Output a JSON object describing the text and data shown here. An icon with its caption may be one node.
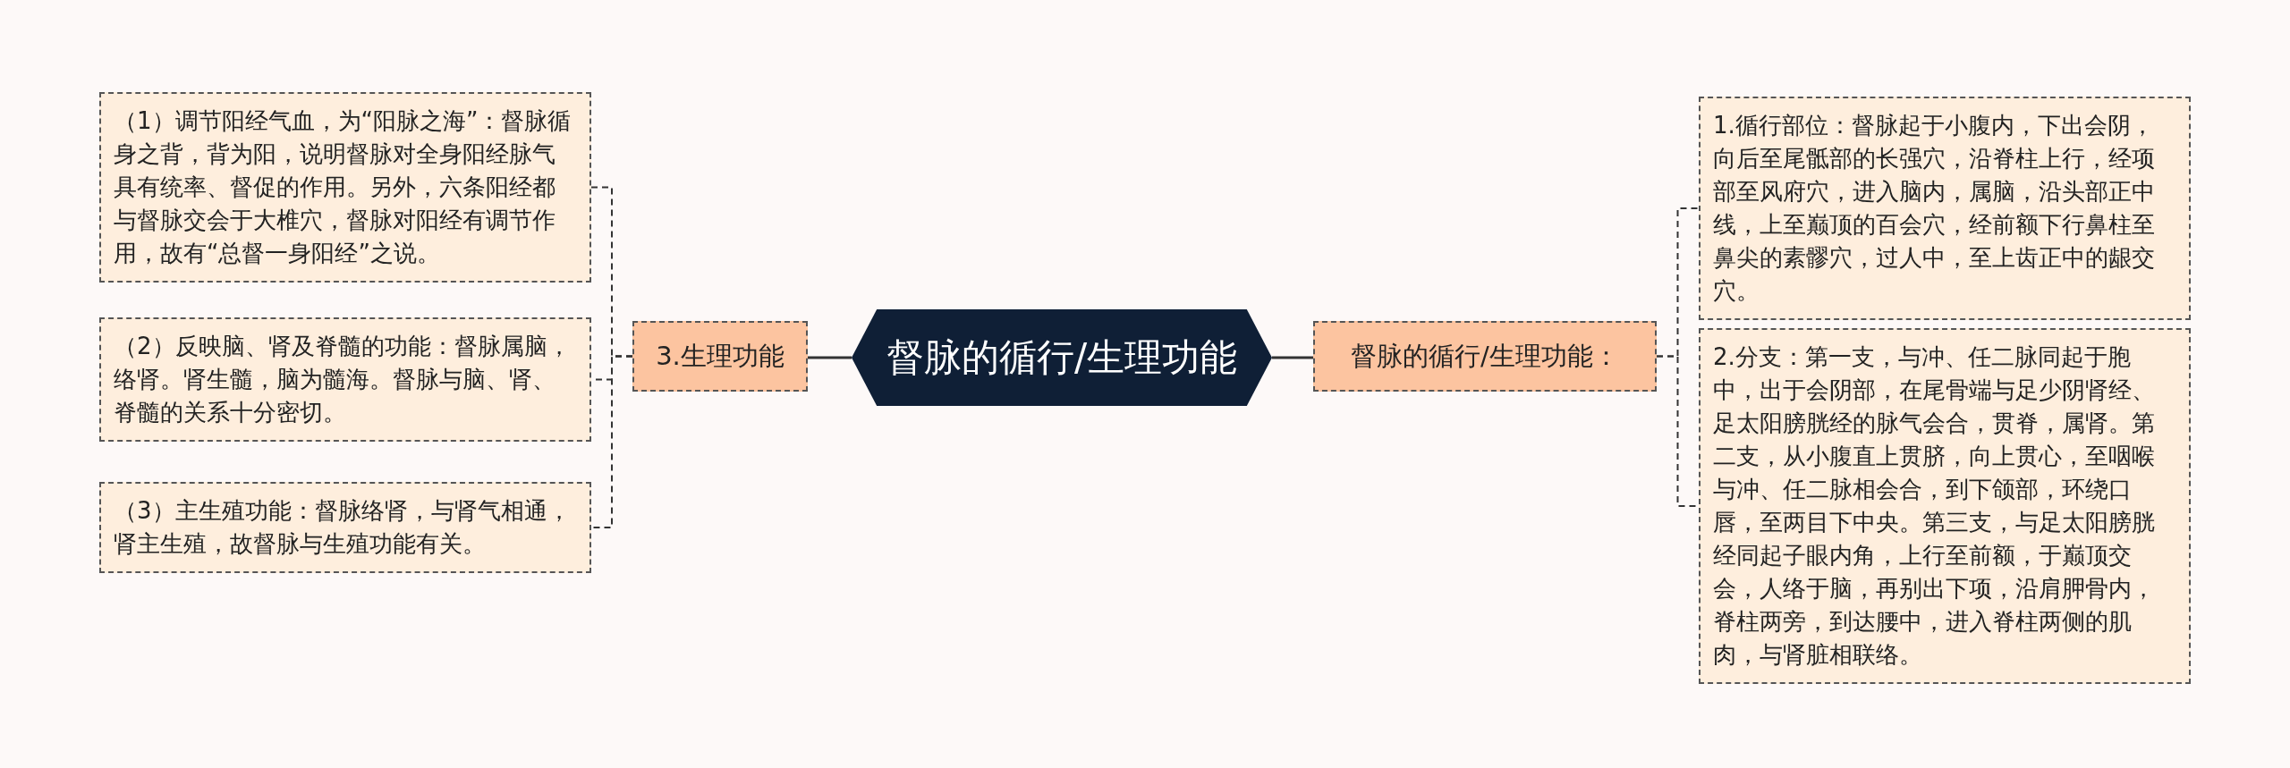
{
  "diagram": {
    "nodes": [
      {
        "text": [
          "督脉的循行/生理功能"
        ]
      },
      {
        "text": [
          "3.生理功能"
        ]
      },
      {
        "text": [
          "督脉的循行/生理功能："
        ]
      },
      {
        "text": [
          "（1）调节阳经气血，为“阳脉之海”：督脉循身之背，背为阳，说明督脉对全身阳经脉气具有统率、督促的作用。另外，六条阳经都与督脉交会于大椎穴，督脉对阳经有调节作用，故有“总督一身阳经”之说。"
        ]
      },
      {
        "text": [
          "（2）反映脑、肾及脊髓的功能：督脉属脑，络肾。肾生髓，脑为髓海。督脉与脑、肾、脊髓的关系十分密切。"
        ]
      },
      {
        "text": [
          "（3）主生殖功能：督脉络肾，与肾气相通，肾主生殖，故督脉与生殖功能有关。"
        ]
      },
      {
        "text": [
          "1.循行部位：督脉起于小腹内，下出会阴，向后至尾骶部的长强穴，沿脊柱上行，经项部至风府穴，进入脑内，属脑，沿头部正中线，上至巅顶的百会穴，经前额下行鼻柱至鼻尖的素髎穴，过人中，至上齿正中的龈交穴。"
        ]
      },
      {
        "text": [
          "2.分支：第一支，与冲、任二脉同起于胞中，出于会阴部，在尾骨端与足少阴肾经、足太阳膀胱经的脉气会合，贯脊，属肾。第二支，从小腹直上贯脐，向上贯心，至咽喉与冲、任二脉相会合，到下颌部，环绕口唇，至两目下中央。第三支，与足太阳膀胱经同起子眼内角，上行至前额，于巅顶交会，人络于脑，再别出下项，沿肩胛骨内，脊柱两旁，到达腰中，进入脊柱两侧的肌肉，与肾脏相联络。"
        ]
      }
    ],
    "edges": [
      {
        "from": 0,
        "to": 1,
        "arrow": "none"
      },
      {
        "from": 0,
        "to": 2,
        "arrow": "none"
      },
      {
        "from": 1,
        "to": 3,
        "arrow": "none",
        "style": "dashed"
      },
      {
        "from": 1,
        "to": 4,
        "arrow": "none",
        "style": "dashed"
      },
      {
        "from": 1,
        "to": 5,
        "arrow": "none",
        "style": "dashed"
      },
      {
        "from": 2,
        "to": 6,
        "arrow": "none",
        "style": "dashed"
      },
      {
        "from": 2,
        "to": 7,
        "arrow": "none",
        "style": "dashed"
      }
    ]
  }
}
